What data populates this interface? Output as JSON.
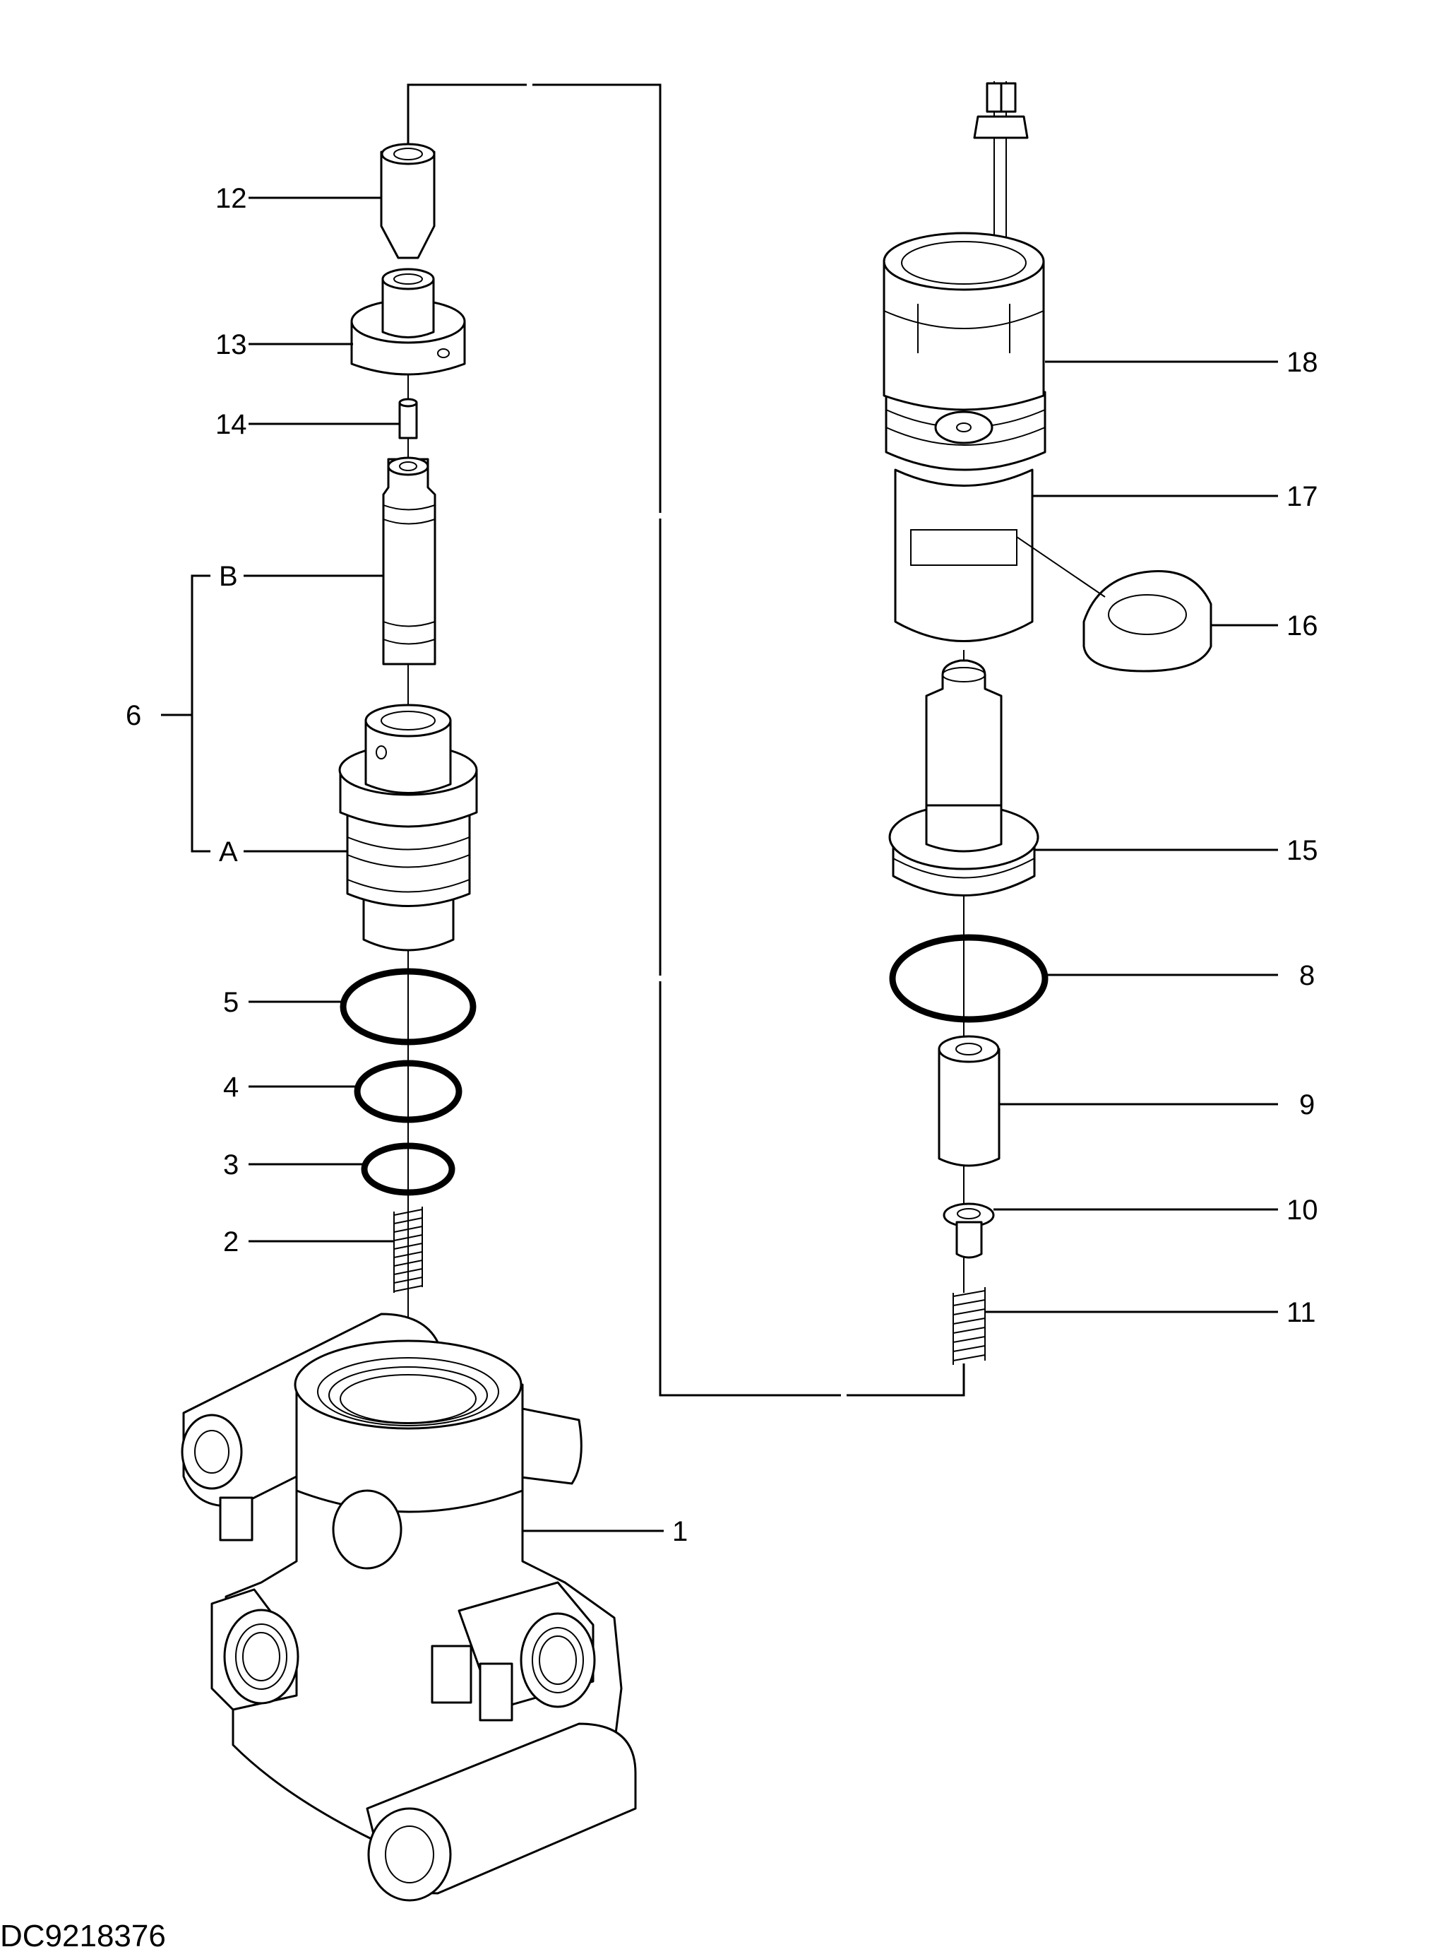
{
  "drawing_code": "DC9218376",
  "callouts": {
    "c1": "1",
    "c2": "2",
    "c3": "3",
    "c4": "4",
    "c5": "5",
    "c6": "6",
    "cA": "A",
    "cB": "B",
    "c8": "8",
    "c9": "9",
    "c10": "10",
    "c11": "11",
    "c12": "12",
    "c13": "13",
    "c14": "14",
    "c15": "15",
    "c16": "16",
    "c17": "17",
    "c18": "18"
  }
}
